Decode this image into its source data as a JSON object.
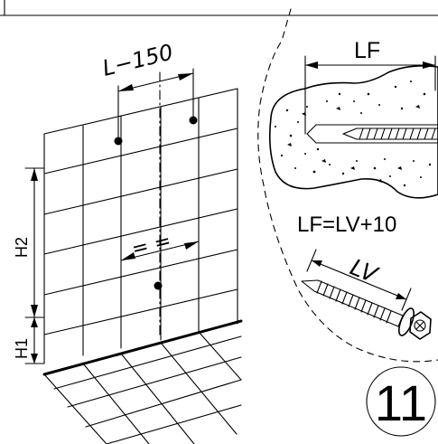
{
  "labels": {
    "offset": "L−150",
    "equal_marks": "= =",
    "height_2": "H2",
    "height_1": "H1",
    "drill_depth": "LF",
    "formula": "LF=LV+10",
    "screw_length": "LV",
    "step_number": "11"
  },
  "icons": {
    "screw": "screw-icon",
    "concrete": "concrete-section-icon",
    "anchor_point": "dot-icon"
  }
}
